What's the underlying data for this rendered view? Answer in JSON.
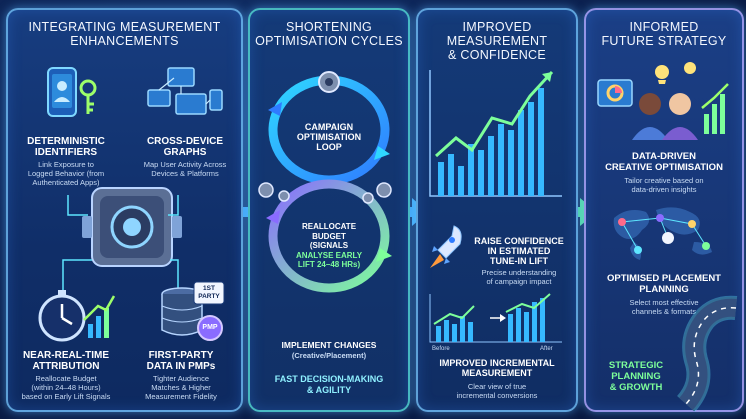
{
  "panels": [
    {
      "title_l1": "INTEGRATING MEASUREMENT",
      "title_l2": "ENHANCEMENTS",
      "items": [
        {
          "head_l1": "DETERMINISTIC",
          "head_l2": "IDENTIFIERS",
          "sub_l1": "Link Exposure to",
          "sub_l2": "Logged Behavior (from",
          "sub_l3": "Authenticated Apps)"
        },
        {
          "head_l1": "CROSS-DEVICE",
          "head_l2": "GRAPHS",
          "sub_l1": "Map User Activity Across",
          "sub_l2": "Devices & Platforms"
        },
        {
          "head_l1": "NEAR-REAL-TIME",
          "head_l2": "ATTRIBUTION",
          "sub_l1": "Reallocate Budget",
          "sub_l2": "(within 24–48 Hours)",
          "sub_l3": "based on Early Lift Signals"
        },
        {
          "head_l1": "FIRST-PARTY",
          "head_l2": "DATA IN PMPs",
          "sub_l1": "Tighter Audience",
          "sub_l2": "Matches & Higher",
          "sub_l3": "Measurement Fidelity"
        }
      ],
      "badge_l1": "1ST",
      "badge_l2": "PARTY",
      "pmp_label": "PMP"
    },
    {
      "title_l1": "SHORTENING",
      "title_l2": "OPTIMISATION CYCLES",
      "loop_l1": "CAMPAIGN",
      "loop_l2": "OPTIMISATION",
      "loop_l3": "LOOP",
      "realloc_l1": "REALLOCATE",
      "realloc_l2": "BUDGET",
      "realloc_l3": "(SIGNALS",
      "realloc_l4": "ANALYSE EARLY",
      "realloc_l5": "LIFT 24–48 HRs)",
      "impl_l1": "IMPLEMENT CHANGES",
      "impl_l2": "(Creative/Placement)",
      "foot_l1": "FAST DECISION-MAKING",
      "foot_l2": "& AGILITY"
    },
    {
      "title_l1": "IMPROVED MEASUREMENT",
      "title_l2": "& CONFIDENCE",
      "raise_l1": "RAISE CONFIDENCE",
      "raise_l2": "IN ESTIMATED",
      "raise_l3": "TUNE-IN LIFT",
      "raise_sub_l1": "Precise understanding",
      "raise_sub_l2": "of campaign impact",
      "before_label": "Before",
      "after_label": "After",
      "inc_l1": "IMPROVED INCREMENTAL",
      "inc_l2": "MEASUREMENT",
      "inc_sub_l1": "Clear view of true",
      "inc_sub_l2": "incremental conversions"
    },
    {
      "title_l1": "INFORMED",
      "title_l2": "FUTURE STRATEGY",
      "dd_l1": "DATA-DRIVEN",
      "dd_l2": "CREATIVE OPTIMISATION",
      "dd_sub_l1": "Tailor creative based on",
      "dd_sub_l2": "data-driven insights",
      "op_l1": "OPTIMISED PLACEMENT",
      "op_l2": "PLANNING",
      "op_sub_l1": "Select most effective",
      "op_sub_l2": "channels & formats",
      "sp_l1": "STRATEGIC",
      "sp_l2": "PLANNING",
      "sp_l3": "& GROWTH"
    }
  ],
  "colors": {
    "accent_green": "#7dff9a",
    "accent_cyan": "#5ee6ff",
    "accent_purple": "#8a6cff",
    "panel_border": "#78c8ff"
  }
}
